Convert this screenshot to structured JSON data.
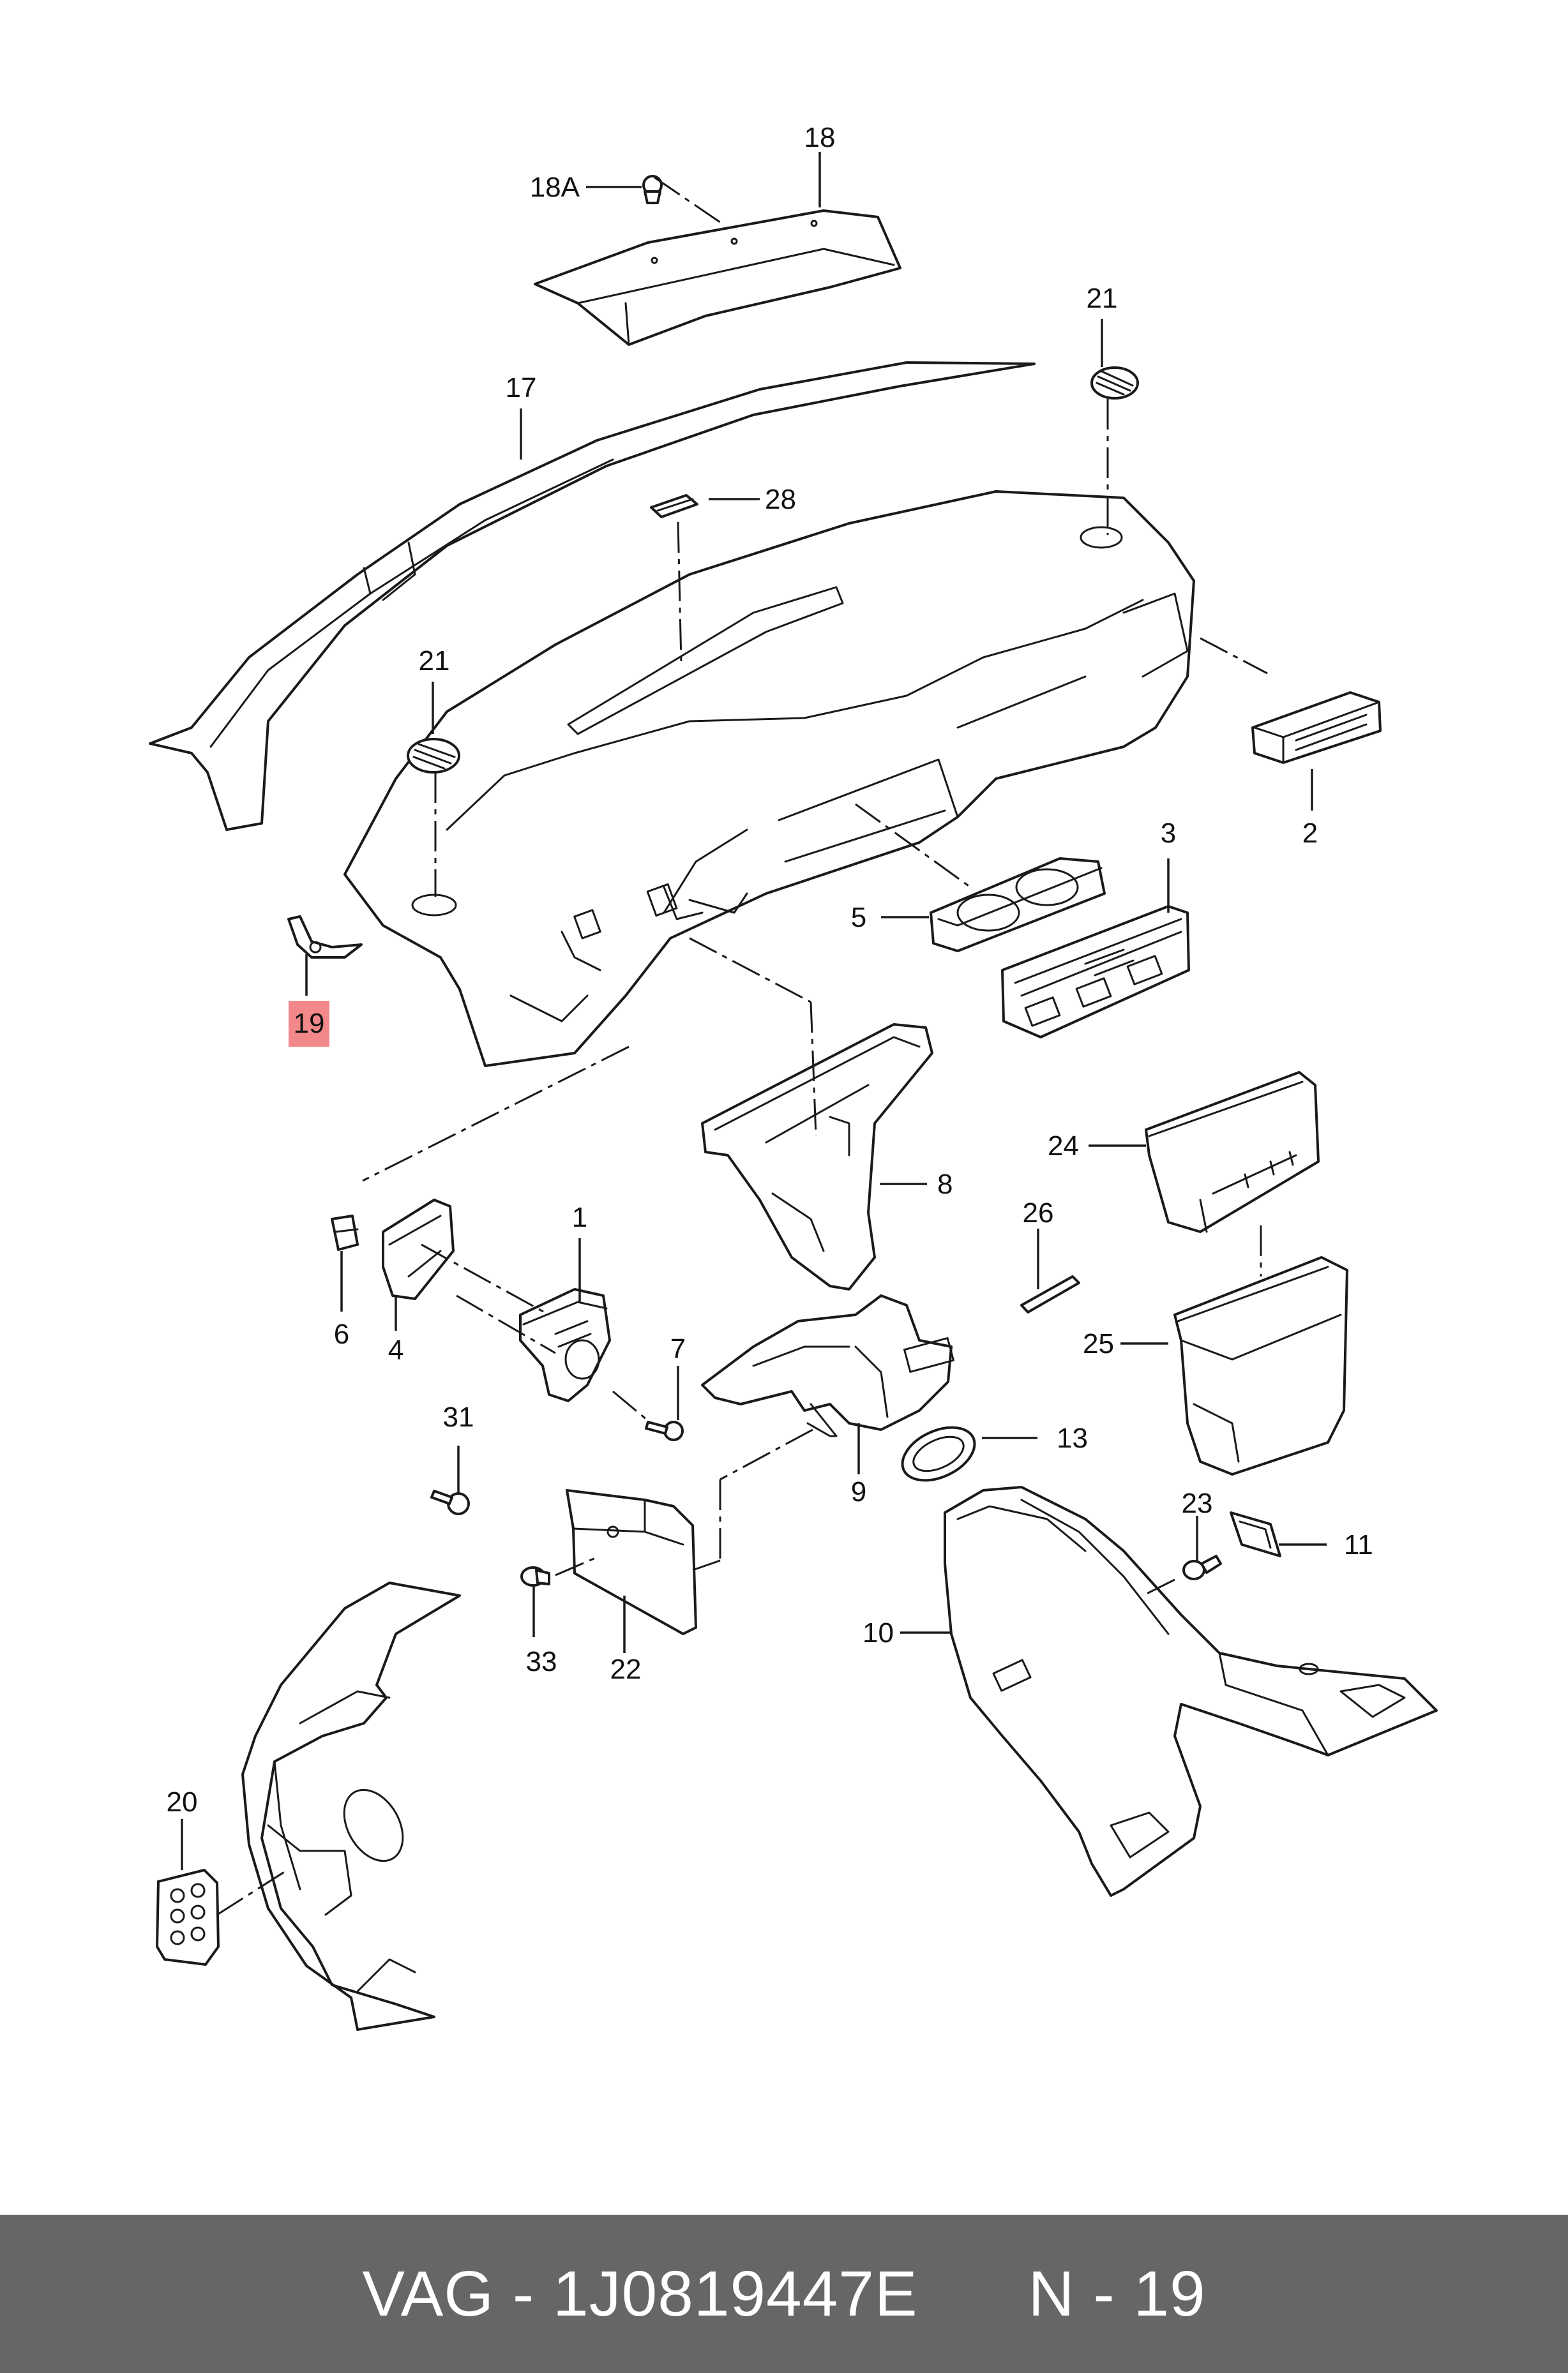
{
  "footer": {
    "brand": "VAG",
    "separator": "-",
    "part_number": "1J0819447E",
    "section": "N",
    "position": "19",
    "background_color": "#666666"
  },
  "highlight": {
    "label": "19",
    "color": "#f2888a"
  },
  "callouts": {
    "c1": "1",
    "c2": "2",
    "c3": "3",
    "c4": "4",
    "c5": "5",
    "c6": "6",
    "c7": "7",
    "c8": "8",
    "c9": "9",
    "c10": "10",
    "c11": "11",
    "c13": "13",
    "c17": "17",
    "c18": "18",
    "c18a": "18A",
    "c19": "19",
    "c20": "20",
    "c21a": "21",
    "c21b": "21",
    "c22": "22",
    "c23": "23",
    "c24": "24",
    "c25": "25",
    "c26": "26",
    "c28": "28",
    "c31": "31",
    "c33": "33"
  }
}
